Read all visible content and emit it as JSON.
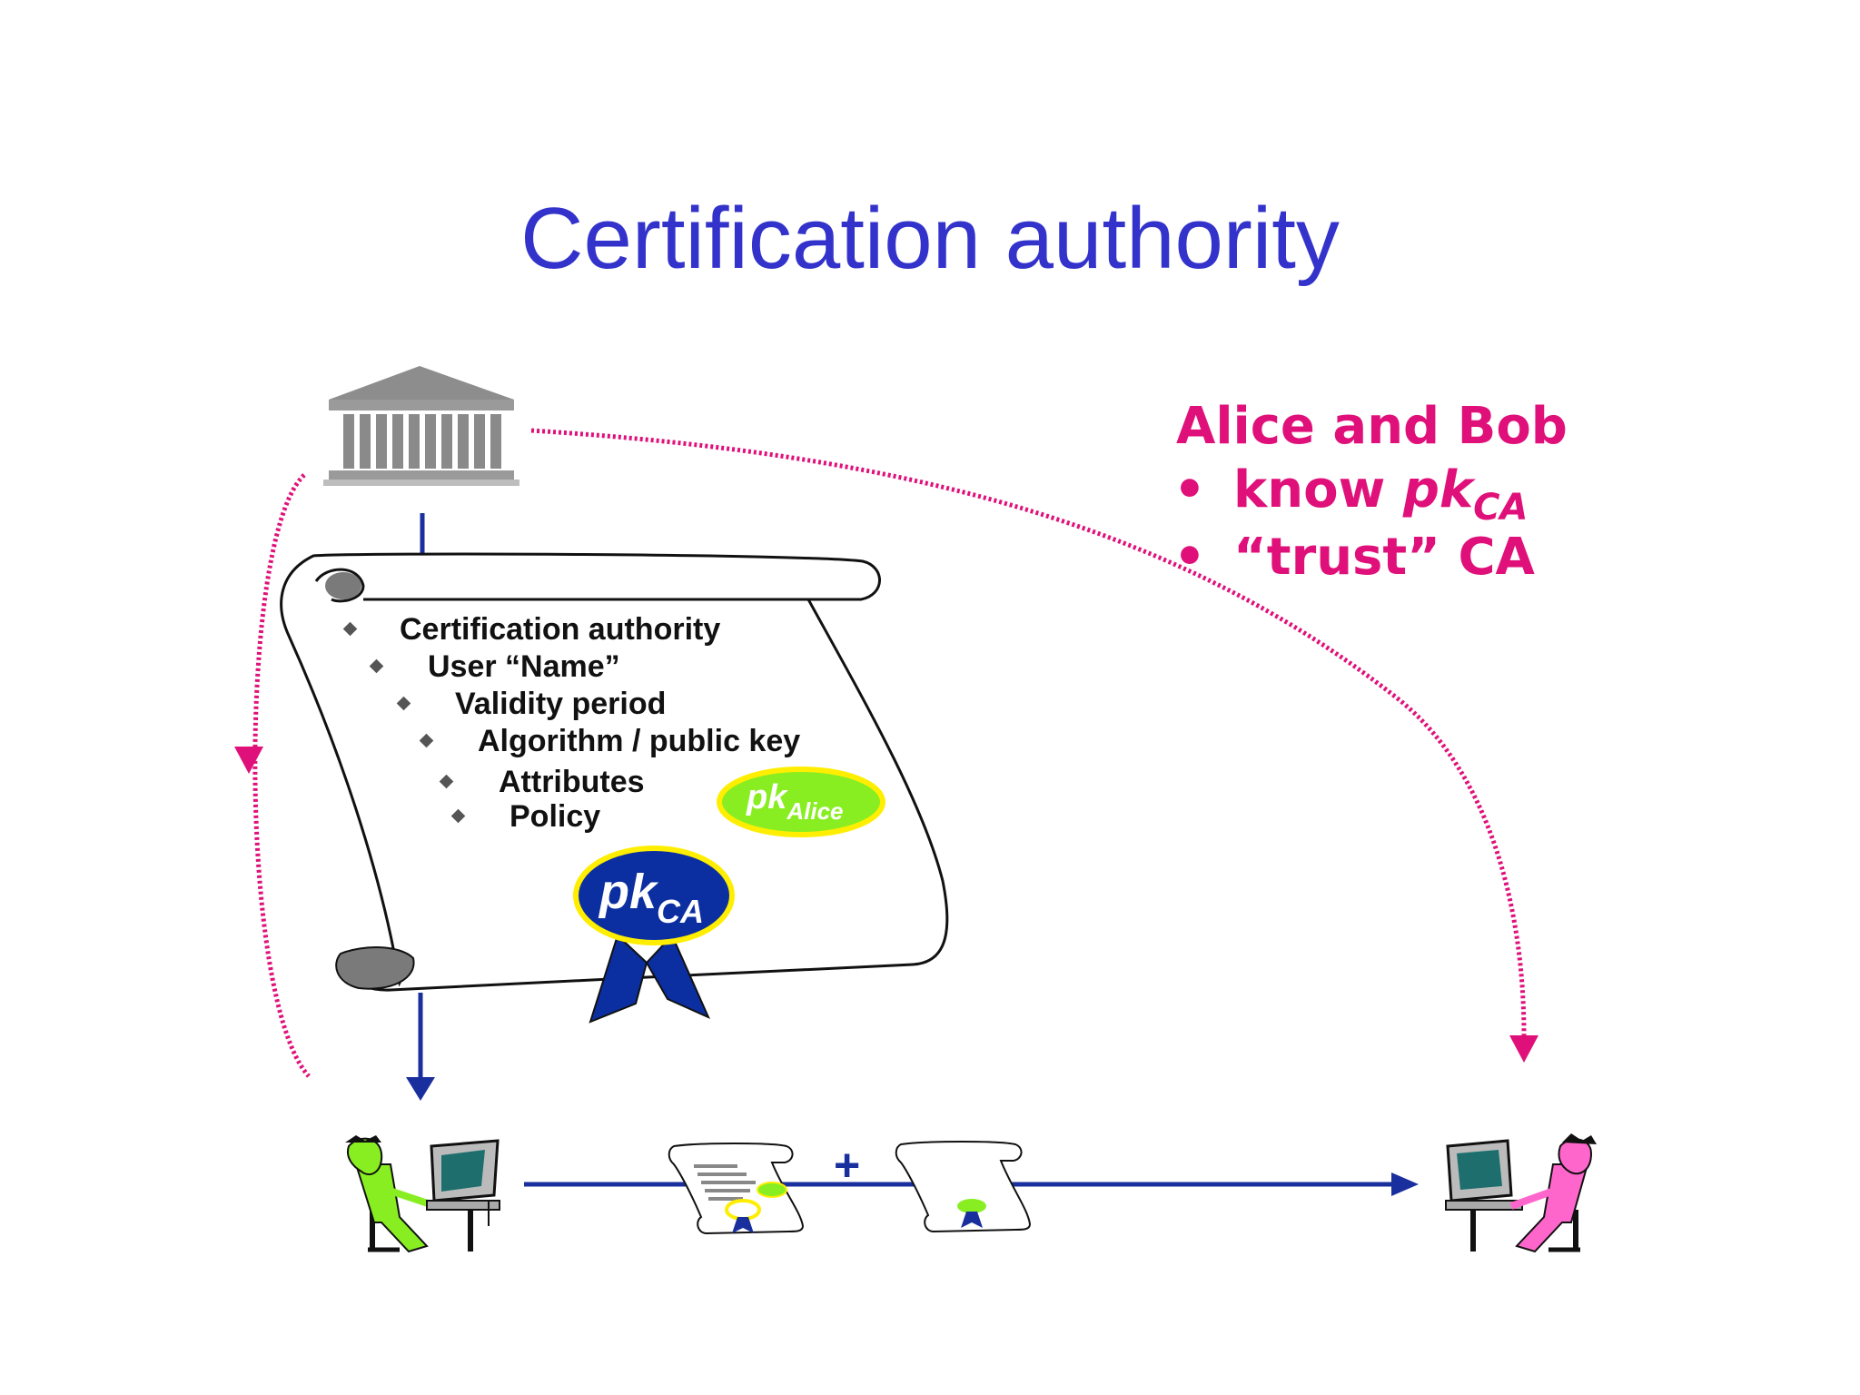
{
  "slide": {
    "title": "Certification authority"
  },
  "certificate": {
    "fields": [
      "Certification authority",
      "User “Name”",
      "Validity period",
      "Algorithm / public key",
      "Attributes",
      "Policy"
    ],
    "alice_key": {
      "main": "pk",
      "sub": "Alice"
    },
    "ca_seal": {
      "main": "pk",
      "sub": "CA"
    }
  },
  "alice_and_bob": {
    "heading": "Alice and Bob",
    "bullet_mark": "•",
    "know_prefix": "know ",
    "know_key_main": "pk",
    "know_key_sub": "CA",
    "trust_line": "“trust” CA"
  },
  "flow": {
    "plus_sign": "+"
  },
  "icons": [
    "bank-building-icon",
    "certificate-scroll-icon",
    "ribbon-seal-icon",
    "alice-at-computer-icon",
    "bob-at-computer-icon",
    "mini-certificate-icon",
    "signature-scroll-icon"
  ],
  "colors": {
    "title": "#3333cc",
    "accent_magenta": "#e0107a",
    "arrow_blue": "#1a2f9e",
    "seal_blue": "#0b2fa0",
    "seal_ring": "#ffee00",
    "alice_green": "#88ee22",
    "bob_pink": "#ff66cc"
  }
}
